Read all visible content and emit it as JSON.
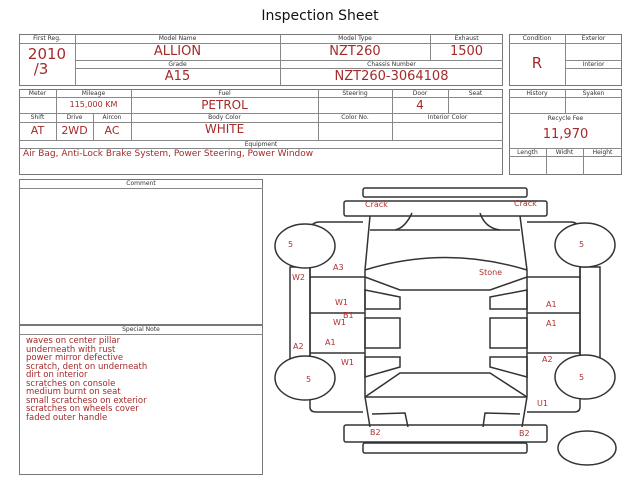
{
  "title": "Inspection Sheet",
  "vehicle": {
    "first_reg_label": "First Reg.",
    "first_reg_year": "2010",
    "first_reg_month": "/3",
    "model_name_label": "Model Name",
    "model_name": "ALLION",
    "model_type_label": "Model Type",
    "model_type": "NZT260",
    "exhaust_label": "Exhaust",
    "exhaust": "1500",
    "grade_label": "Grade",
    "grade": "A15",
    "chassis_label": "Chassis Number",
    "chassis": "NZT260-3064108",
    "meter_label": "Meter",
    "mileage_label": "Mileage",
    "mileage": "115,000 KM",
    "fuel_label": "Fuel",
    "fuel": "PETROL",
    "steering_label": "Steering",
    "door_label": "Door",
    "door": "4",
    "seat_label": "Seat",
    "shift_label": "Shift",
    "shift": "AT",
    "drive_label": "Drive",
    "drive": "2WD",
    "aircon_label": "Aircon",
    "aircon": "AC",
    "body_color_label": "Body Color",
    "body_color": "WHITE",
    "color_no_label": "Color No.",
    "interior_color_label": "Interior Color",
    "equipment_label": "Equipment",
    "equipment": "Air Bag, Anti-Lock Brake System, Power Steering, Power Window"
  },
  "condition": {
    "condition_label": "Condition",
    "condition": "R",
    "exterior_label": "Exterior",
    "interior_label": "Interior",
    "history_label": "History",
    "syaken_label": "Syaken",
    "recycle_label": "Recycle Fee",
    "recycle": "11,970",
    "length_label": "Length",
    "width_label": "Widht",
    "height_label": "Height"
  },
  "comment_label": "Comment",
  "special_note_label": "Special Note",
  "special_notes": [
    "waves on center pillar",
    "underneath with rust",
    "power mirror defective",
    "scratch, dent on underneath",
    "dirt on interior",
    "scratches on console",
    "medium burnt on seat",
    "small scratcheso on exterior",
    "scratches on wheels cover",
    "faded outer handle"
  ],
  "diagram_marks": {
    "crack_l": "Crack",
    "crack_r": "Crack",
    "wheel_fl": "5",
    "wheel_fr": "5",
    "wheel_rl": "5",
    "wheel_rr": "5",
    "a3": "A3",
    "w2": "W2",
    "stone": "Stone",
    "w1_a": "W1",
    "b1": "B1",
    "w1_b": "W1",
    "a2_l": "A2",
    "a1_l": "A1",
    "w1_c": "W1",
    "a1_r1": "A1",
    "a1_r2": "A1",
    "a2_r": "A2",
    "u1": "U1",
    "b2_l": "B2",
    "b2_r": "B2"
  }
}
